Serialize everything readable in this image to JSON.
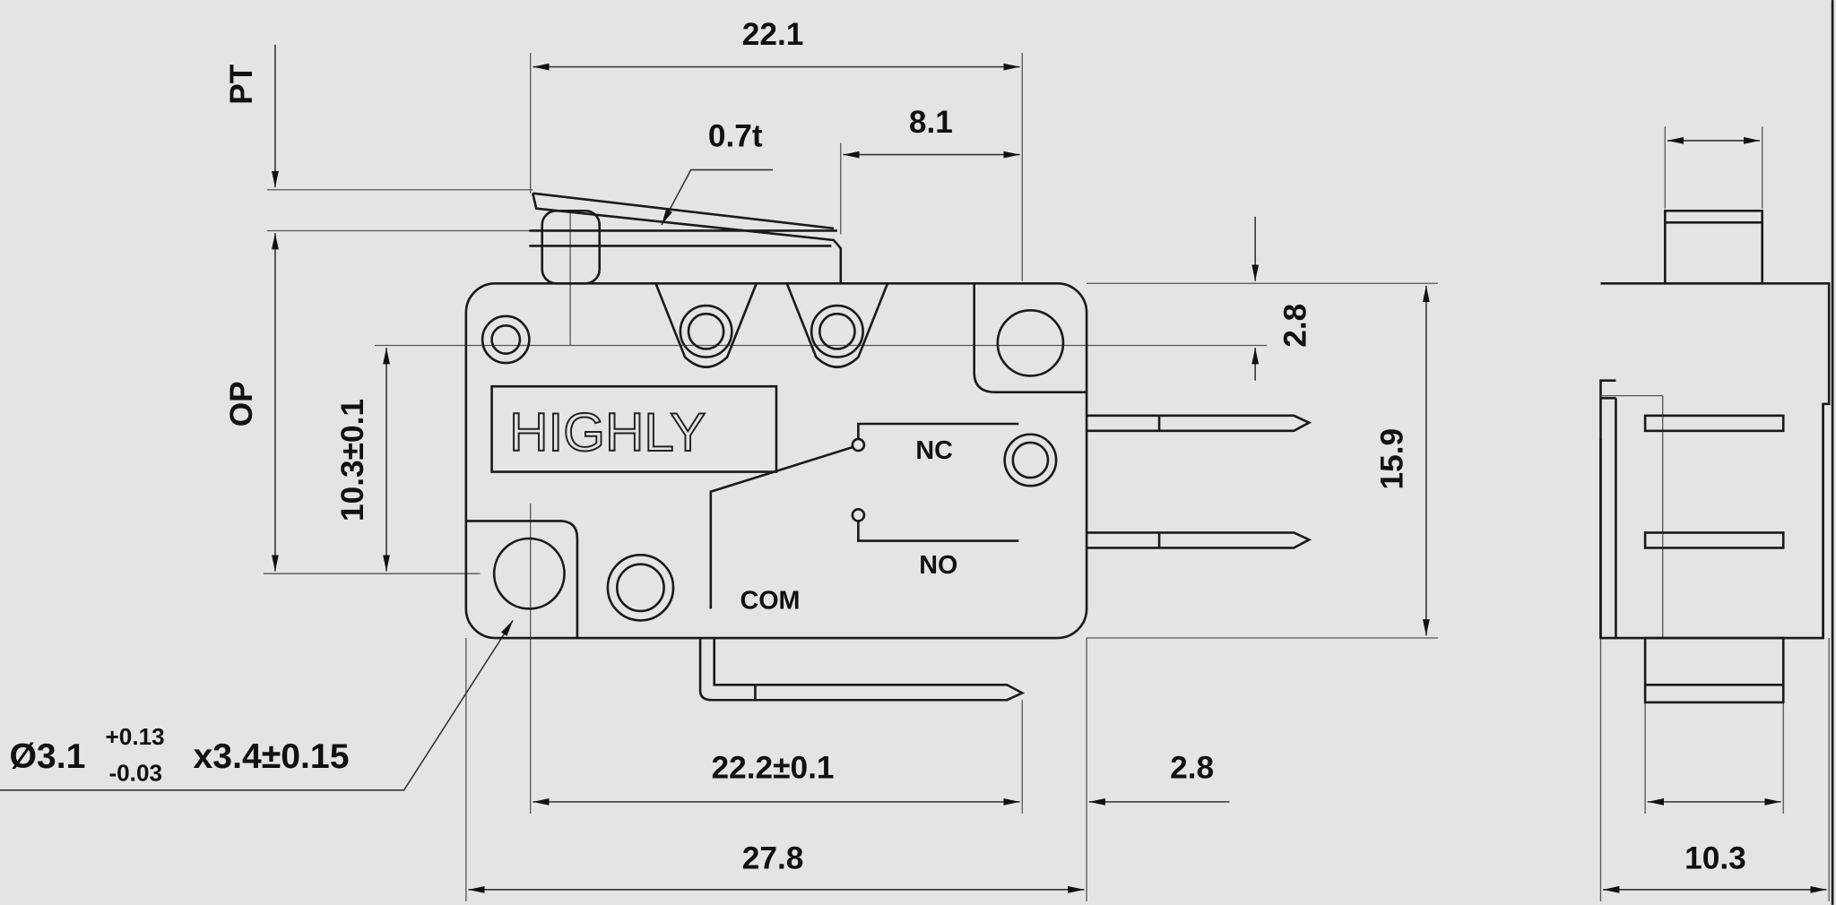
{
  "drawing": {
    "brand_logo": "HIGHLY",
    "terminal_labels": {
      "nc": "NC",
      "no": "NO",
      "com": "COM"
    },
    "dimensions": {
      "overall_lever_length": "22.1",
      "lever_tip_offset": "8.1",
      "lever_thickness": "0.7t",
      "pretravel": "PT",
      "operating_position": "OP",
      "mounting_hole_spacing_vertical": "10.3±0.1",
      "top_to_hole_center": "2.8",
      "body_height": "15.9",
      "mounting_hole_spacing_horizontal": "22.2±0.1",
      "hole_to_edge": "2.8",
      "body_length": "27.8",
      "body_width": "10.3",
      "hole_spec": {
        "main": "Ø3.1",
        "upper_tol": "+0.13",
        "lower_tol": "-0.03",
        "suffix": "x3.4±0.15"
      }
    }
  }
}
